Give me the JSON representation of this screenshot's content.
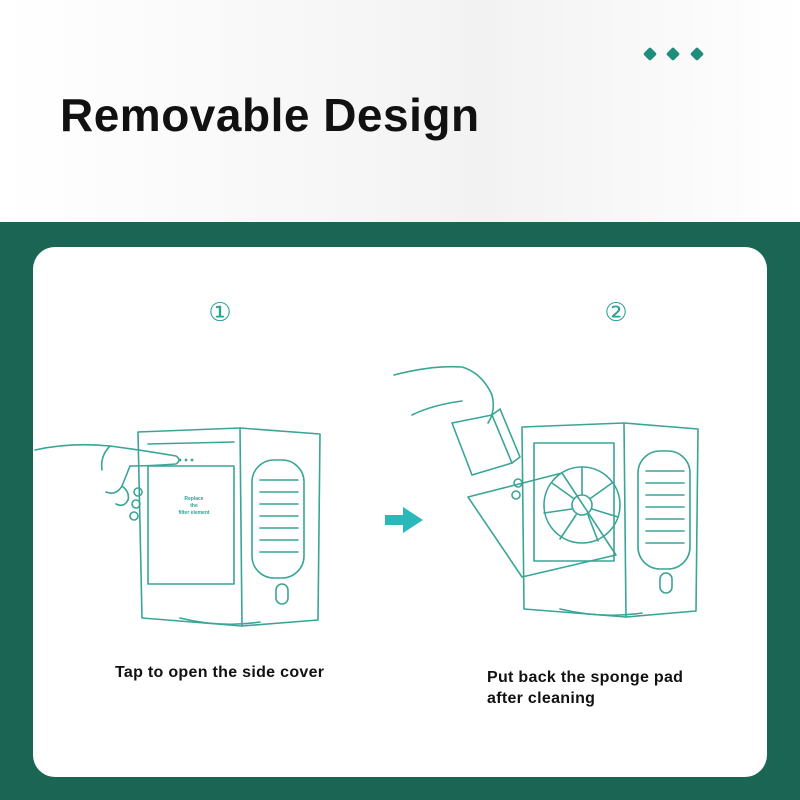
{
  "header": {
    "title": "Removable Design"
  },
  "steps": [
    {
      "number": "①",
      "caption": "Tap to open the side cover",
      "device_label": "Replace\nthe\nfilter element"
    },
    {
      "number": "②",
      "caption_line1": "Put back the sponge pad",
      "caption_line2": "after cleaning"
    }
  ],
  "icons": {
    "page-dots": "three-diamond-dots",
    "arrow": "right-arrow-icon"
  },
  "colors": {
    "accent": "#1f8d7c",
    "band": "#1a6553",
    "line": "#3aa596"
  }
}
